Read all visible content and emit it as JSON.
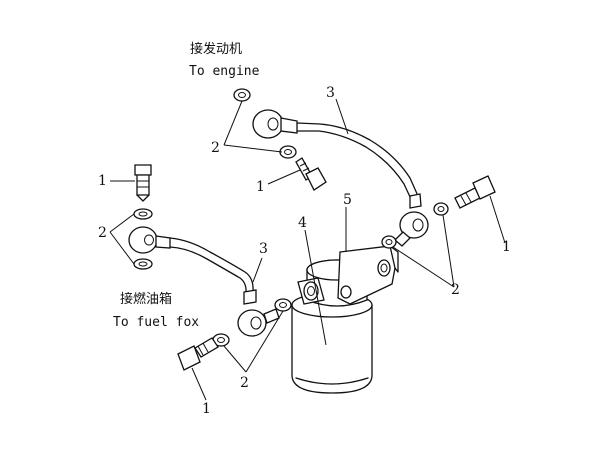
{
  "labels": {
    "engine_cn": "接发动机",
    "engine_en": "To engine",
    "fuel_cn": "接燃油箱",
    "fuel_en": "To fuel fox"
  },
  "callouts": {
    "bolt": "1",
    "washer": "2",
    "pipe": "3",
    "filter": "4",
    "bracket": "5"
  }
}
